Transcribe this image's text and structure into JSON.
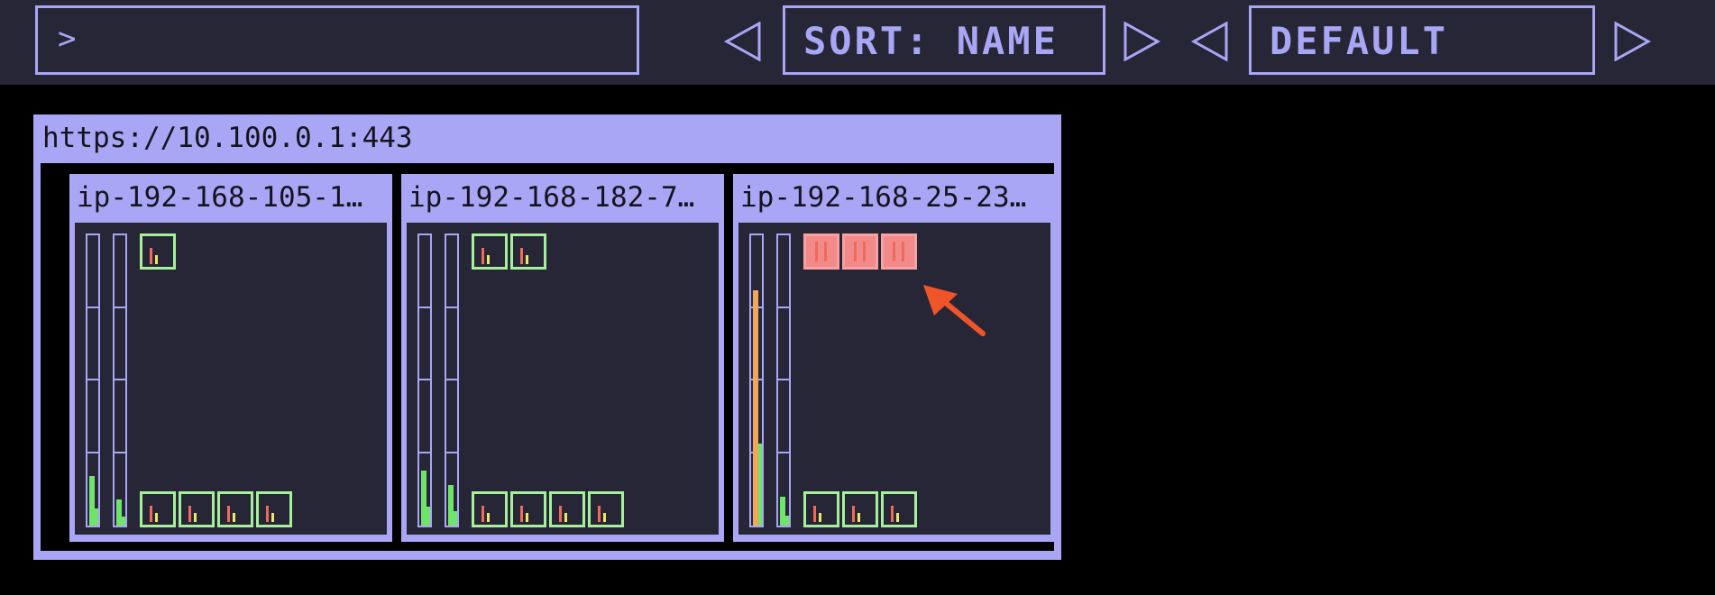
{
  "toolbar": {
    "filter": {
      "prompt": ">"
    },
    "sort": {
      "label": "SORT: NAME",
      "prev_icon": "triangle-left-icon",
      "next_icon": "triangle-right-icon"
    },
    "view": {
      "label": "DEFAULT",
      "prev_icon": "triangle-left-icon",
      "next_icon": "triangle-right-icon"
    }
  },
  "colors": {
    "accent": "#a9a6f5",
    "panel": "#262637",
    "pod_ok": "#a7f09a",
    "pod_failed": "#f28a8a",
    "usage_green": "#6fe36a",
    "usage_orange": "#f2a65a",
    "marker_red": "#f06a5a",
    "annotation": "#f0552a"
  },
  "cluster": {
    "url": "https://10.100.0.1:443",
    "nodes": [
      {
        "name": "ip-192-168-105-1…",
        "cpu_usage": 0.17,
        "memory_usage": 0.09,
        "top_pods": [
          "ok"
        ],
        "bottom_pods": [
          "ok",
          "ok",
          "ok",
          "ok"
        ]
      },
      {
        "name": "ip-192-168-182-7…",
        "cpu_usage": 0.19,
        "memory_usage": 0.14,
        "top_pods": [
          "ok",
          "ok"
        ],
        "bottom_pods": [
          "ok",
          "ok",
          "ok",
          "ok"
        ]
      },
      {
        "name": "ip-192-168-25-23…",
        "cpu_usage": 0.81,
        "memory_usage": 0.1,
        "top_pods": [
          "failed",
          "failed",
          "failed"
        ],
        "bottom_pods": [
          "ok",
          "ok",
          "ok"
        ]
      }
    ]
  },
  "annotation": {
    "icon": "arrow-pointer-icon"
  }
}
